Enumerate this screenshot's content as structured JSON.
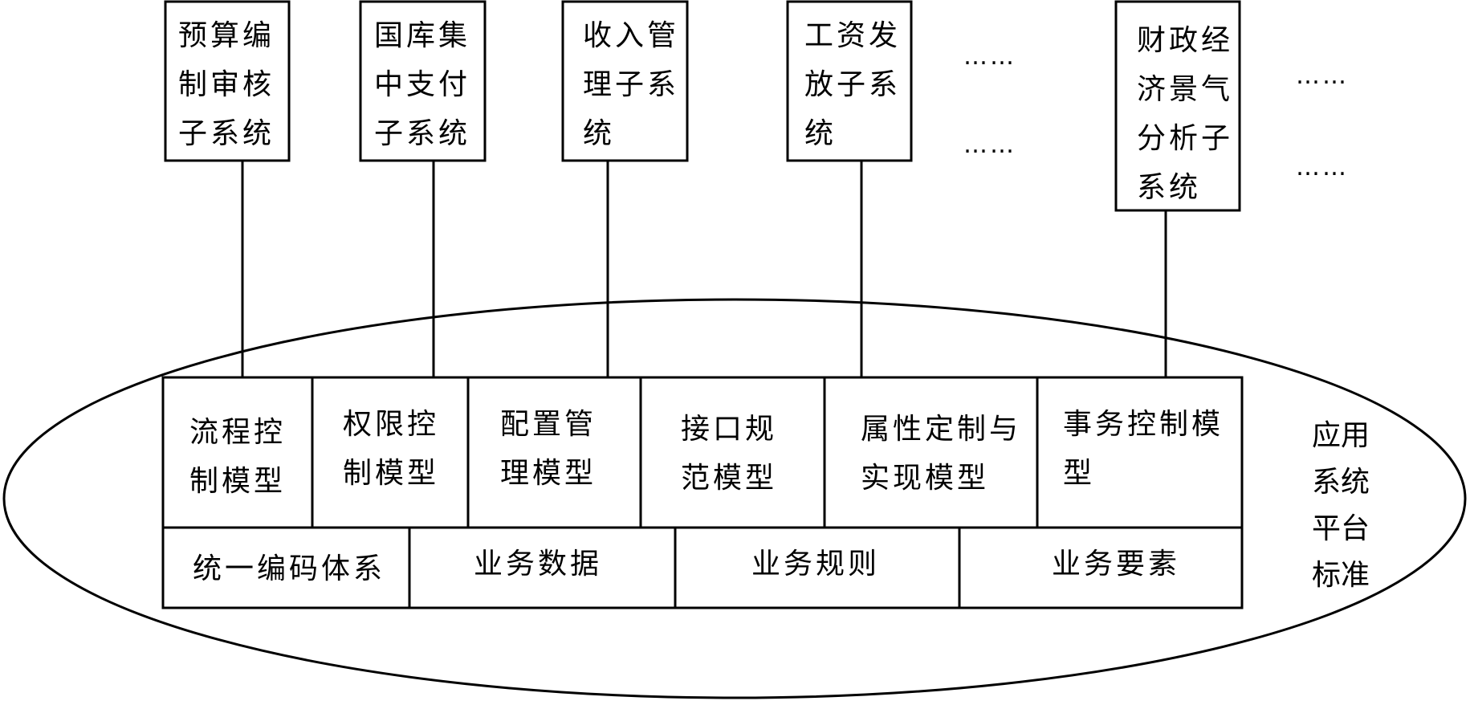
{
  "subsystems": [
    {
      "label": "预算编\n制审核\n子系统"
    },
    {
      "label": "国库集\n中支付\n子系统"
    },
    {
      "label": "收入管\n理子系\n统"
    },
    {
      "label": "工资发\n放子系\n统"
    },
    {
      "label": "财政经\n济景气\n分析子\n系统"
    }
  ],
  "ellipsis": [
    "……",
    "……",
    "……",
    "……",
    "……"
  ],
  "models": [
    {
      "label": "流程控\n制模型"
    },
    {
      "label": "权限控\n制模型"
    },
    {
      "label": "配置管\n理模型"
    },
    {
      "label": "接口规\n范模型"
    },
    {
      "label": "属性定制与\n实现模型"
    },
    {
      "label": "事务控制模\n型"
    }
  ],
  "foundations": [
    {
      "label": "统一编码体系"
    },
    {
      "label": "业务数据"
    },
    {
      "label": "业务规则"
    },
    {
      "label": "业务要素"
    }
  ],
  "platform_label": "应用\n系统\n平台\n标准"
}
